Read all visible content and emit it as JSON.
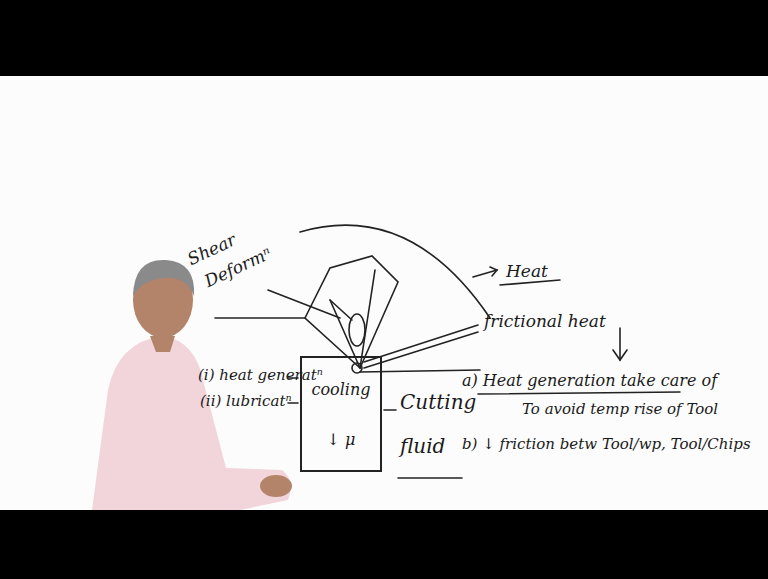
{
  "diagram": {
    "nodes": [
      {
        "text": [
          "cooling",
          "↓ μ"
        ]
      }
    ],
    "labels": [
      "Shear",
      "Deformⁿ",
      "Heat",
      "frictional heat",
      "(i) heat generatⁿ",
      "(ii) lubricatⁿ",
      "Cutting fluid",
      "a) Heat generation take care of",
      "To avoid temp rise of Tool",
      "b) ↓ friction betw Tool/wp, Tool/Chips"
    ]
  }
}
